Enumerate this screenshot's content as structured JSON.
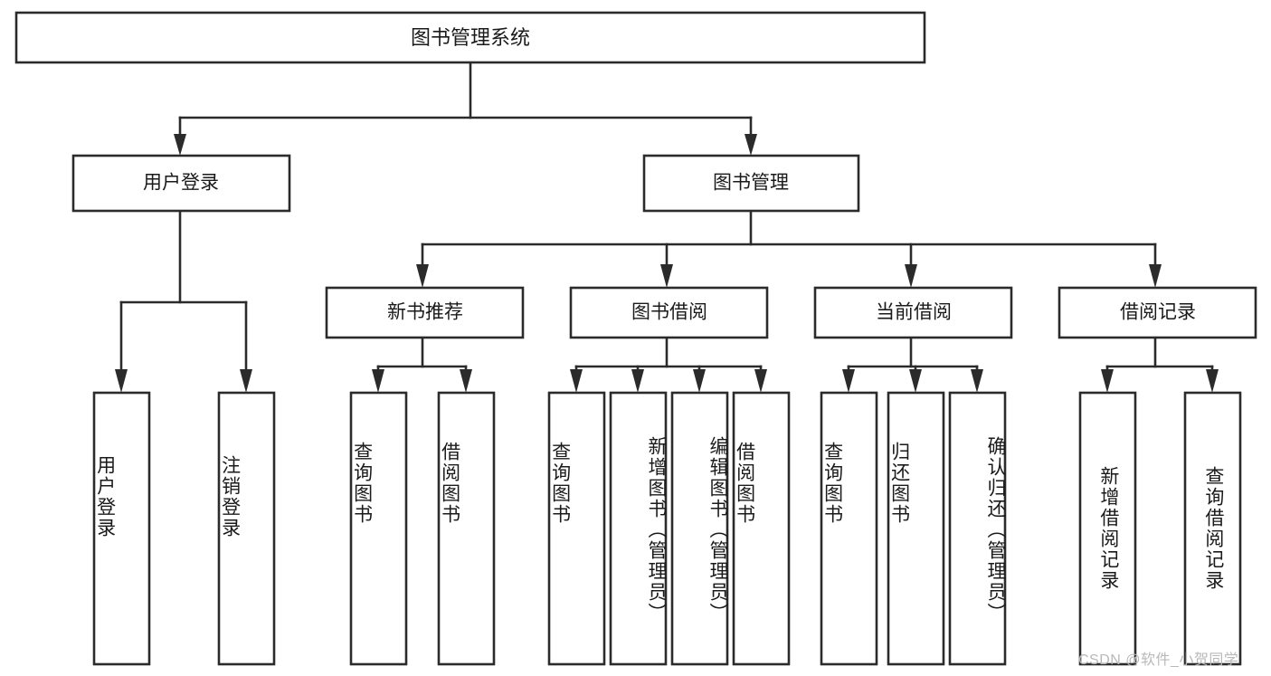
{
  "diagram": {
    "title": "图书管理系统",
    "type": "tree",
    "watermark": "CSDN @软件_小贺同学",
    "colors": {
      "stroke": "#2b2b2b",
      "box_fill": "#ffffff",
      "text": "#1a1a1a",
      "watermark": "#b9b9b9",
      "background": "#ffffff"
    },
    "root": {
      "label": "图书管理系统"
    },
    "level1": [
      {
        "label": "用户登录"
      },
      {
        "label": "图书管理"
      }
    ],
    "level2": [
      {
        "label": "新书推荐",
        "parent": "图书管理"
      },
      {
        "label": "图书借阅",
        "parent": "图书管理"
      },
      {
        "label": "当前借阅",
        "parent": "图书管理"
      },
      {
        "label": "借阅记录",
        "parent": "图书管理"
      }
    ],
    "leaves": [
      {
        "label": "用户登录",
        "parent": "用户登录"
      },
      {
        "label": "注销登录",
        "parent": "用户登录"
      },
      {
        "label": "查询图书",
        "parent": "新书推荐"
      },
      {
        "label": "借阅图书",
        "parent": "新书推荐"
      },
      {
        "label": "查询图书",
        "parent": "图书借阅"
      },
      {
        "label": "新增图书（管理员）",
        "parent": "图书借阅"
      },
      {
        "label": "编辑图书（管理员）",
        "parent": "图书借阅"
      },
      {
        "label": "借阅图书",
        "parent": "图书借阅"
      },
      {
        "label": "查询图书",
        "parent": "当前借阅"
      },
      {
        "label": "归还图书",
        "parent": "当前借阅"
      },
      {
        "label": "确认归还（管理员）",
        "parent": "当前借阅"
      },
      {
        "label": "新增借阅记录",
        "parent": "借阅记录"
      },
      {
        "label": "查询借阅记录",
        "parent": "借阅记录"
      }
    ]
  }
}
